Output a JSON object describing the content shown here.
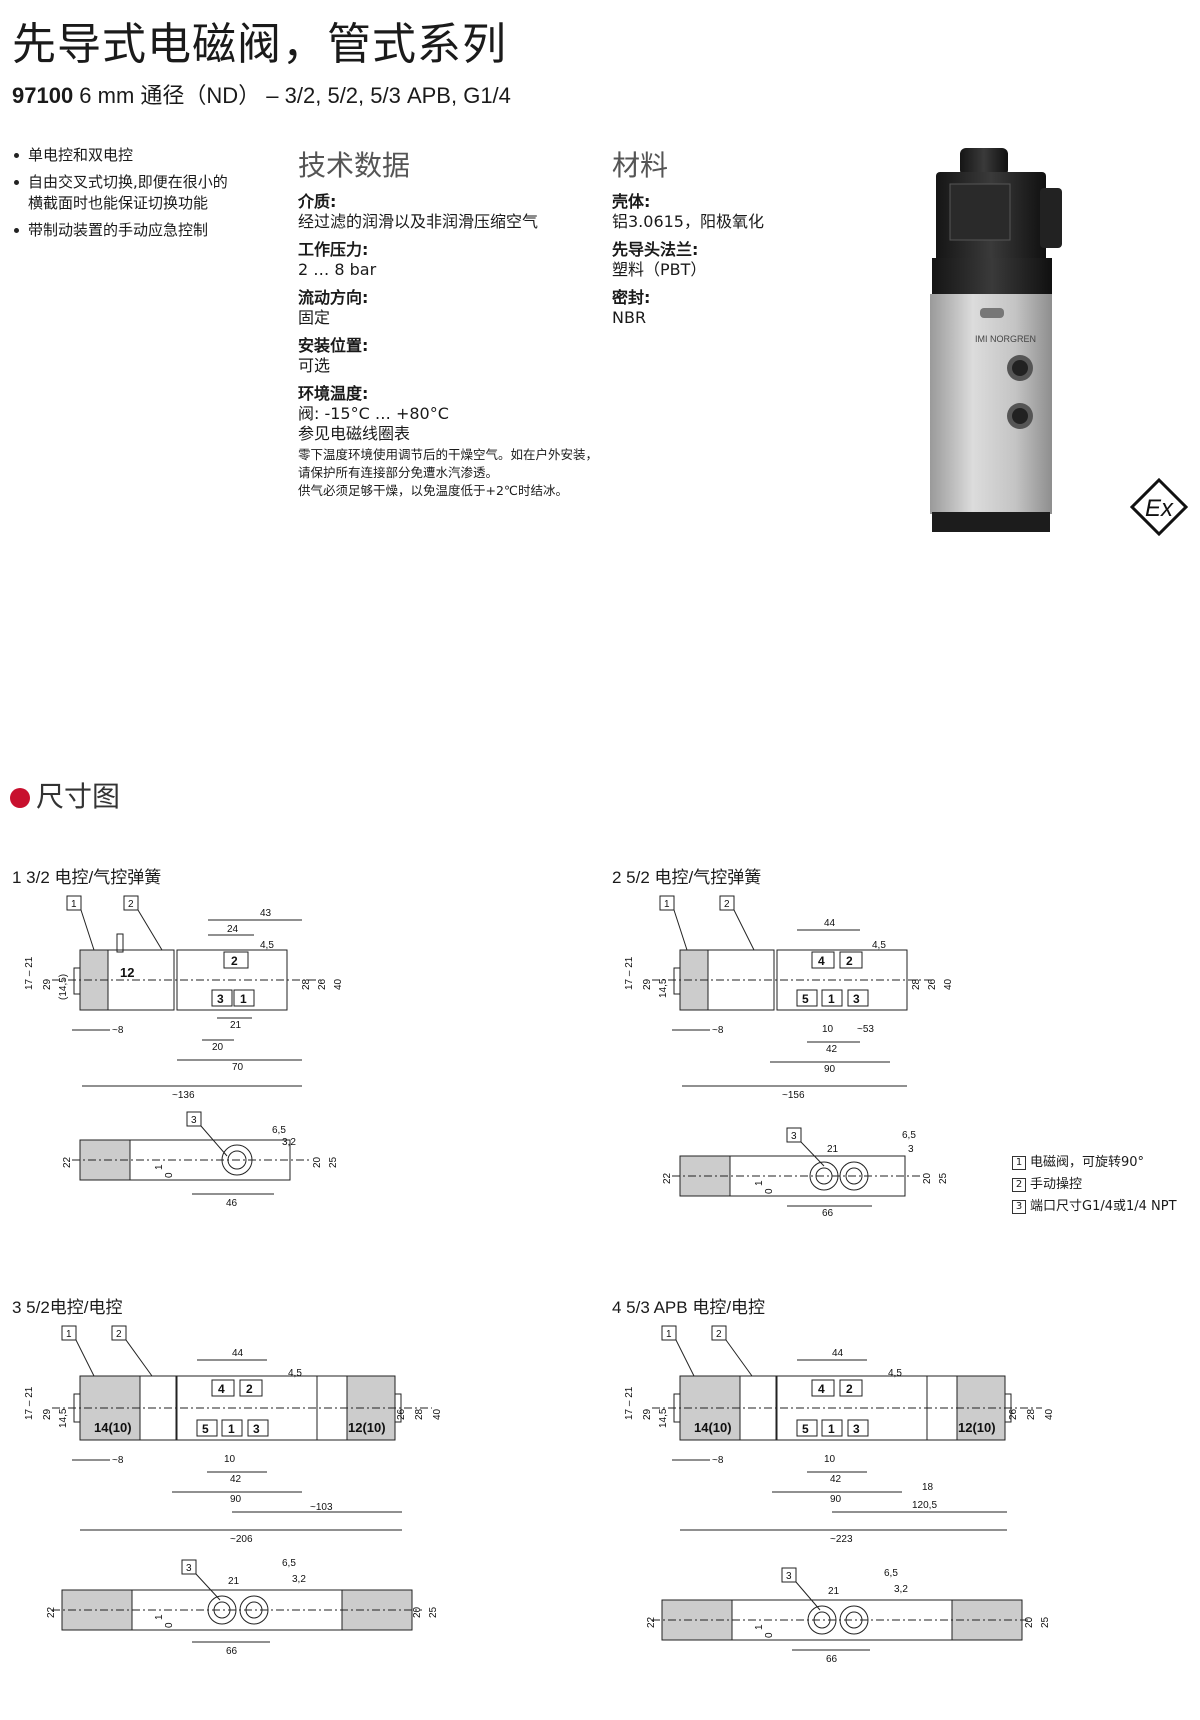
{
  "header": {
    "title": "先导式电磁阀，管式系列",
    "code": "97100",
    "subtitle_rest": " 6 mm 通径（ND） – 3/2, 5/2, 5/3 APB, G1/4"
  },
  "features": [
    "单电控和双电控",
    "自由交叉式切换,即便在很小的横截面时也能保证切换功能",
    "带制动装置的手动应急控制"
  ],
  "tech": {
    "heading": "技术数据",
    "medium_label": "介质:",
    "medium_value": "经过滤的润滑以及非润滑压缩空气",
    "pressure_label": "工作压力:",
    "pressure_value": "2 … 8 bar",
    "flow_label": "流动方向:",
    "flow_value": "固定",
    "mount_label": "安装位置:",
    "mount_value": "可选",
    "temp_label": "环境温度:",
    "temp_value1": "阀: -15°C … +80°C",
    "temp_value2": "参见电磁线圈表",
    "note1": "零下温度环境使用调节后的干燥空气。如在户外安装，请保护所有连接部分免遭水汽渗透。",
    "note2": "供气必须足够干燥，以免温度低于+2℃时结冰。"
  },
  "material": {
    "heading": "材料",
    "housing_label": "壳体:",
    "housing_value": "铝3.0615，阳极氧化",
    "pilot_label": "先导头法兰:",
    "pilot_value": "塑料（PBT）",
    "seal_label": "密封:",
    "seal_value": "NBR"
  },
  "product_photo": {
    "brand": "IMI NORGREN"
  },
  "ex_mark": "Ex",
  "dimensions": {
    "heading": "尺寸图",
    "d1": "1  3/2 电控/气控弹簧",
    "d2": "2 5/2 电控/气控弹簧",
    "d3": "3 5/2电控/电控",
    "d4": "4 5/3 APB 电控/电控"
  },
  "legend": {
    "item1": "电磁阀，可旋转90°",
    "item2": "手动操控",
    "item3": "端口尺寸G1/4或1/4 NPT"
  },
  "drawings": {
    "d1": {
      "len_total": "~136",
      "d43": "43",
      "d24": "24",
      "d45": "4,5",
      "d8": "~8",
      "d21": "21",
      "d20": "20",
      "d70": "70",
      "d17": "17 – 21",
      "d29": "29",
      "d145": "(14,5)",
      "d28": "28",
      "d26": "26",
      "d40": "40",
      "p12": "12",
      "p2": "2",
      "p3": "3",
      "p1": "1",
      "c1": "1",
      "c2": "2",
      "c3": "3",
      "b65": "6,5",
      "b32": "3,2",
      "b22": "22",
      "b20": "20",
      "b25": "25",
      "b46": "46",
      "b1": "1",
      "b0": "0"
    },
    "d2": {
      "len_total": "~156",
      "d44": "44",
      "d45": "4,5",
      "d8": "~8",
      "d10": "10",
      "d53": "~53",
      "d42": "42",
      "d90": "90",
      "d17": "17 – 21",
      "d29": "29",
      "d145": "14,5",
      "d28": "28",
      "d26": "26",
      "d40": "40",
      "p4": "4",
      "p2": "2",
      "p5": "5",
      "p1": "1",
      "p3": "3",
      "c1": "1",
      "c2": "2",
      "c3": "3",
      "b65": "6,5",
      "b21": "21",
      "b3": "3",
      "b22": "22",
      "b20": "20",
      "b25": "25",
      "b66": "66",
      "b1": "1",
      "b0": "0"
    },
    "d3": {
      "len_total": "~206",
      "d103": "~103",
      "d44": "44",
      "d45": "4,5",
      "d8": "~8",
      "d10": "10",
      "d42": "42",
      "d90": "90",
      "d17": "17 – 21",
      "d29": "29",
      "d145": "14,5",
      "d28": "28",
      "d26": "26",
      "d40": "40",
      "p14": "14(10)",
      "p12": "12(10)",
      "p4": "4",
      "p2": "2",
      "p5": "5",
      "p1": "1",
      "p3": "3",
      "c1": "1",
      "c2": "2",
      "c3": "3",
      "b65": "6,5",
      "b21": "21",
      "b32": "3,2",
      "b22": "22",
      "b20": "20",
      "b25": "25",
      "b66": "66",
      "b1": "1",
      "b0": "0"
    },
    "d4": {
      "len_total": "~223",
      "d1205": "120,5",
      "d18": "18",
      "d44": "44",
      "d45": "4,5",
      "d8": "~8",
      "d10": "10",
      "d42": "42",
      "d90": "90",
      "d17": "17 – 21",
      "d29": "29",
      "d145": "14,5",
      "d28": "28",
      "d26": "26",
      "d40": "40",
      "p14": "14(10)",
      "p12": "12(10)",
      "p4": "4",
      "p2": "2",
      "p5": "5",
      "p1": "1",
      "p3": "3",
      "c1": "1",
      "c2": "2",
      "c3": "3",
      "b65": "6,5",
      "b21": "21",
      "b32": "3,2",
      "b22": "22",
      "b20": "20",
      "b25": "25",
      "b66": "66",
      "b1": "1",
      "b0": "0"
    }
  }
}
